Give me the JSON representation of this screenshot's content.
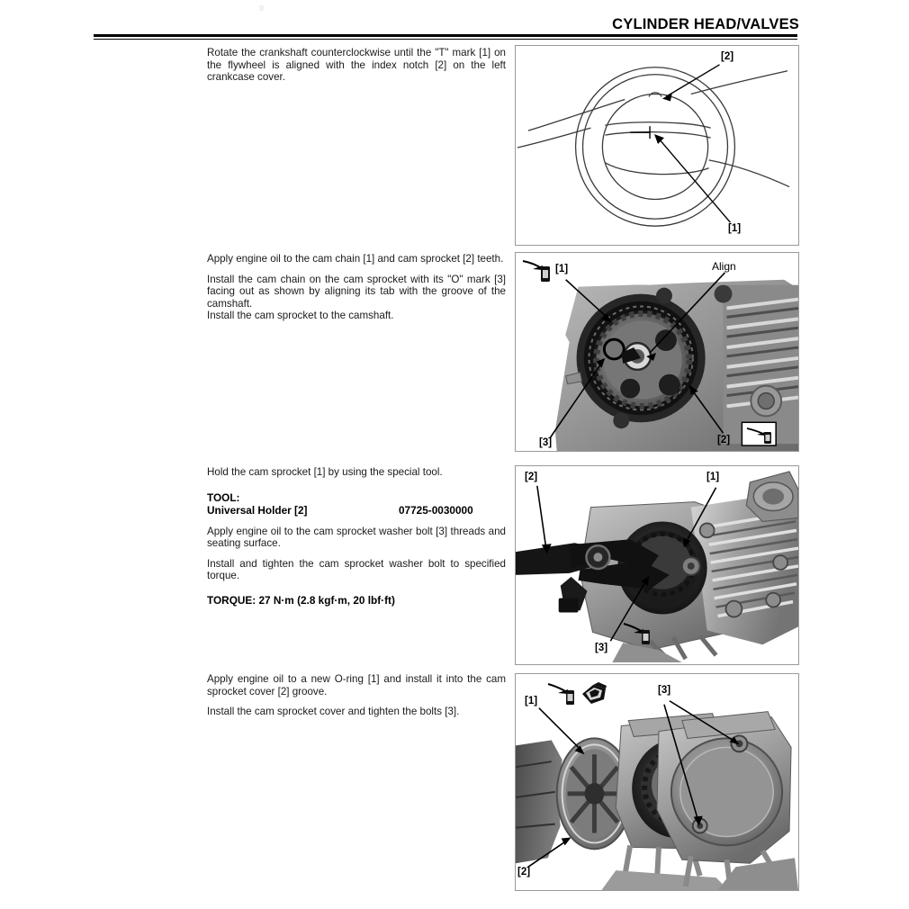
{
  "header": {
    "title": "CYLINDER HEAD/VALVES"
  },
  "sections": [
    {
      "id": "section-1",
      "paragraphs": [
        "Rotate the crankshaft counterclockwise until the \"T\" mark [1] on the flywheel is aligned with the index notch [2] on the left crankcase cover."
      ],
      "figure": {
        "id": "figure-flywheel-timing",
        "type": "line-drawing",
        "callouts": [
          {
            "label": "[2]",
            "target": "index-notch"
          },
          {
            "label": "[1]",
            "target": "t-mark"
          }
        ]
      }
    },
    {
      "id": "section-2",
      "paragraphs": [
        "Apply engine oil to the cam chain [1] and cam sprocket [2] teeth.",
        "Install the cam chain on the cam sprocket with its \"O\" mark [3] facing out as shown by aligning its tab with the groove of the camshaft.",
        "Install the cam sprocket to the camshaft."
      ],
      "figure": {
        "id": "figure-cam-sprocket",
        "type": "photograph",
        "callouts": [
          {
            "label": "[1]",
            "target": "cam-chain"
          },
          {
            "label": "[2]",
            "target": "cam-sprocket"
          },
          {
            "label": "[3]",
            "target": "o-mark"
          }
        ],
        "labels": [
          "Align"
        ],
        "icons": [
          "oil-can-icon",
          "oil-can-icon"
        ]
      }
    },
    {
      "id": "section-3",
      "paragraphs": [
        "Hold the cam sprocket [1] by using the special tool.",
        "Apply engine oil to the cam sprocket washer bolt [3] threads and seating surface.",
        "Install and tighten the cam sprocket washer bolt to specified torque."
      ],
      "tool": {
        "heading": "TOOL:",
        "name": "Universal Holder [2]",
        "number": "07725-0030000"
      },
      "torque": "TORQUE: 27 N·m (2.8 kgf·m, 20 lbf·ft)",
      "figure": {
        "id": "figure-universal-holder",
        "type": "photograph",
        "callouts": [
          {
            "label": "[2]",
            "target": "universal-holder"
          },
          {
            "label": "[1]",
            "target": "cam-sprocket"
          },
          {
            "label": "[3]",
            "target": "washer-bolt"
          }
        ],
        "icons": [
          "oil-can-icon"
        ]
      }
    },
    {
      "id": "section-4",
      "paragraphs": [
        "Apply engine oil to a new O-ring [1] and install it into the cam sprocket cover [2] groove.",
        "Install the cam sprocket cover and tighten the bolts [3]."
      ],
      "figure": {
        "id": "figure-sprocket-cover",
        "type": "photograph",
        "callouts": [
          {
            "label": "[1]",
            "target": "o-ring"
          },
          {
            "label": "[2]",
            "target": "cam-sprocket-cover"
          },
          {
            "label": "[3]",
            "target": "cover-bolts"
          }
        ],
        "icons": [
          "oil-can-icon",
          "grease-icon"
        ]
      }
    }
  ],
  "colors": {
    "ink": "#000000",
    "panel_border": "#9a9a9a",
    "photo_dark": "#2b2b2b",
    "photo_mid": "#8c8c8c",
    "photo_light": "#cfcfcf"
  }
}
